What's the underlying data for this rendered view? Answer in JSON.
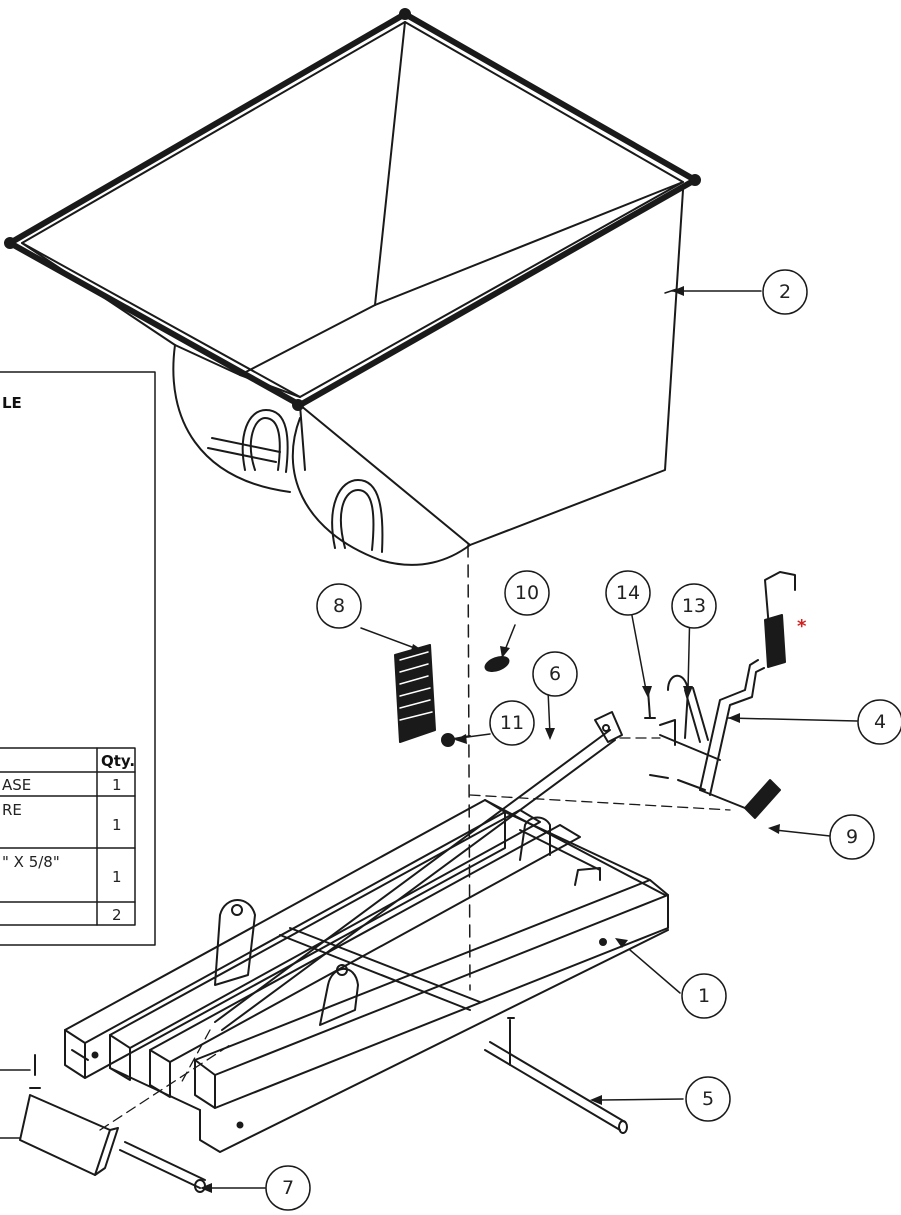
{
  "table": {
    "title_fragment": "LE",
    "qty_header": "Qty.",
    "rows": [
      {
        "desc_line1": "ASE",
        "desc_line2": "",
        "qty": "1"
      },
      {
        "desc_line1": "RE",
        "desc_line2": "",
        "qty": "1"
      },
      {
        "desc_line1": "\" X 5/8\"",
        "desc_line2": "",
        "qty": "1"
      },
      {
        "desc_line1": "",
        "desc_line2": "",
        "qty": "2"
      }
    ]
  },
  "balloons": [
    {
      "label": "1"
    },
    {
      "label": "2"
    },
    {
      "label": "4"
    },
    {
      "label": "5"
    },
    {
      "label": "6"
    },
    {
      "label": "7"
    },
    {
      "label": "8"
    },
    {
      "label": "9"
    },
    {
      "label": "10"
    },
    {
      "label": "11"
    },
    {
      "label": "13"
    },
    {
      "label": "14"
    }
  ],
  "note_marker": "*",
  "colors": {
    "line": "#1a1a1a",
    "note": "#d21f1f"
  }
}
